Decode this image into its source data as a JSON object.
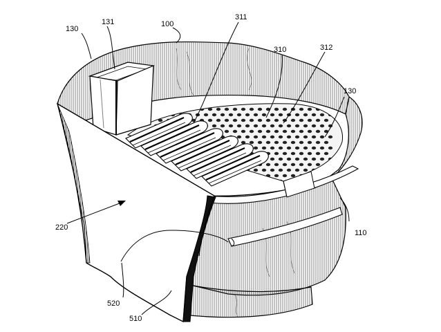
{
  "figure": {
    "reference_numerals": [
      {
        "id": "n100",
        "text": "100"
      },
      {
        "id": "n130a",
        "text": "130"
      },
      {
        "id": "n131",
        "text": "131"
      },
      {
        "id": "n311",
        "text": "311"
      },
      {
        "id": "n310",
        "text": "310"
      },
      {
        "id": "n312",
        "text": "312"
      },
      {
        "id": "n130b",
        "text": "130"
      },
      {
        "id": "n220",
        "text": "220"
      },
      {
        "id": "n110",
        "text": "110"
      },
      {
        "id": "n520",
        "text": "520"
      },
      {
        "id": "n510",
        "text": "510"
      }
    ]
  }
}
